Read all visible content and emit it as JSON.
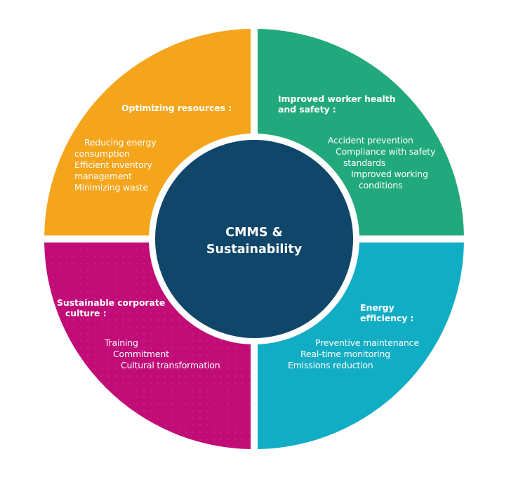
{
  "center": {
    "line1": "CMMS &",
    "line2": "Sustainability",
    "color": "#10466A"
  },
  "quadrants": [
    {
      "id": "optimizing-resources",
      "position": "top-left",
      "color": "#F4A51C",
      "heading": [
        "Optimizing resources :"
      ],
      "items": [
        "Reducing energy",
        "consumption",
        "Efficient inventory",
        "management",
        "Minimizing waste"
      ]
    },
    {
      "id": "worker-health-safety",
      "position": "top-right",
      "color": "#21A97D",
      "heading": [
        "Improved worker health",
        "and safety :"
      ],
      "items": [
        "Accident prevention",
        "Compliance with safety",
        "standards",
        "Improved working",
        "conditions"
      ]
    },
    {
      "id": "corporate-culture",
      "position": "bottom-left",
      "color": "#C10C77",
      "heading": [
        "Sustainable corporate",
        "culture :"
      ],
      "items": [
        "Training",
        "Commitment",
        "Cultural transformation"
      ]
    },
    {
      "id": "energy-efficiency",
      "position": "bottom-right",
      "color": "#11ADC4",
      "heading": [
        "Energy",
        "efficiency :"
      ],
      "items": [
        "Preventive maintenance",
        "Real-time monitoring",
        "Emissions reduction"
      ]
    }
  ]
}
